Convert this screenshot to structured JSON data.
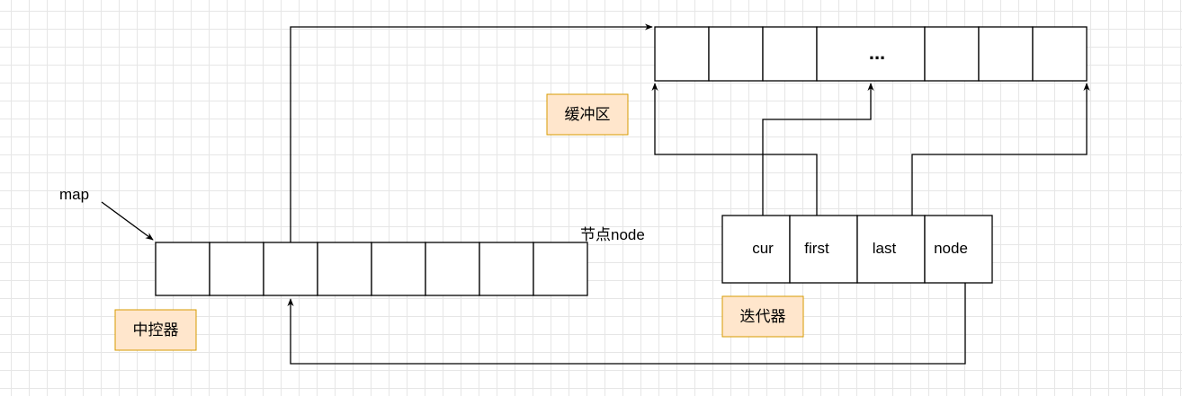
{
  "labels": {
    "map": "map",
    "node_label": "节点node",
    "buffer_tag": "缓冲区",
    "map_tag": "中控器",
    "iterator_tag": "迭代器"
  },
  "buffer": {
    "cells": [
      "",
      "",
      "",
      "...",
      "",
      "",
      ""
    ]
  },
  "map_array": {
    "cells": [
      "",
      "",
      "",
      "",
      "",
      "",
      "",
      ""
    ]
  },
  "iterator": {
    "cells": [
      "cur",
      "first",
      "last",
      "node"
    ]
  },
  "colors": {
    "tag_fill": "#ffe6cc",
    "tag_border": "#d79b00",
    "line": "#000000"
  }
}
